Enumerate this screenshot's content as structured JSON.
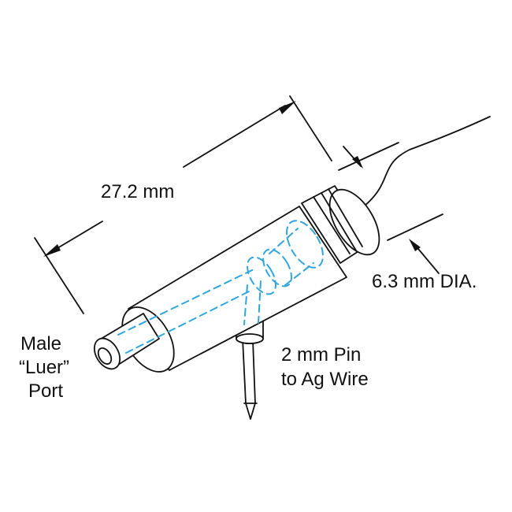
{
  "labels": {
    "length": "27.2 mm",
    "diameter": "6.3 mm DIA.",
    "port_line1": "Male",
    "port_line2": "“Luer”",
    "port_line3": "Port",
    "pin_line1": "2 mm Pin",
    "pin_line2": "to Ag Wire"
  },
  "colors": {
    "line": "#111111",
    "hidden_line": "#2fa6dc",
    "background": "#ffffff"
  }
}
